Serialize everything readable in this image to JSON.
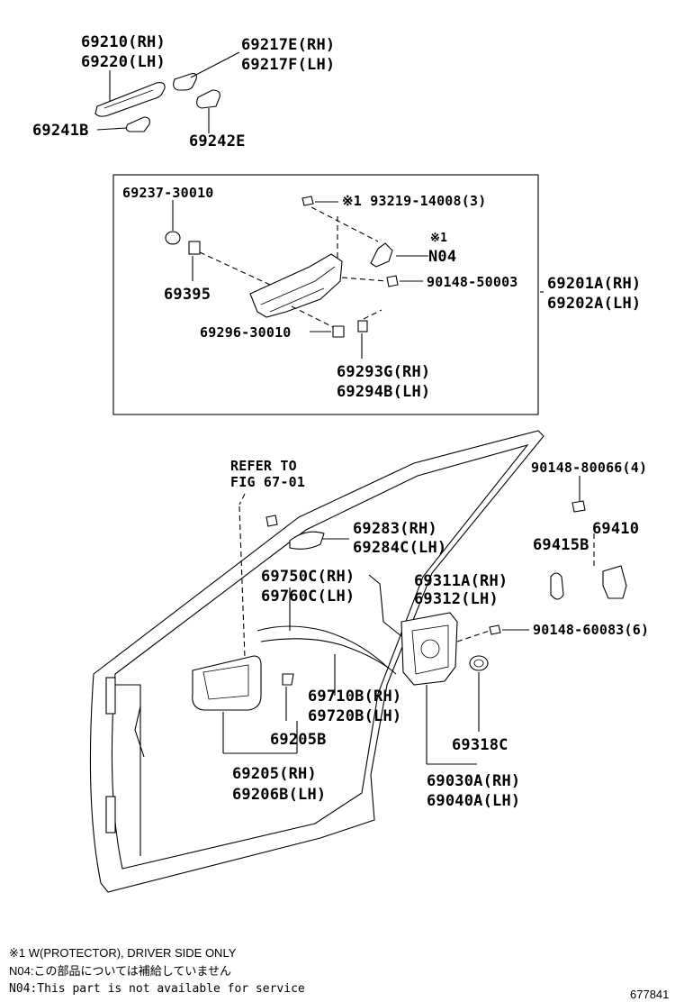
{
  "labels": {
    "l1": "69210(RH)",
    "l2": "69220(LH)",
    "l3": "69217E(RH)",
    "l4": "69217F(LH)",
    "l5": "69241B",
    "l6": "69242E",
    "l7": "69237-30010",
    "l8": "※1 93219-14008(3)",
    "l9": "※1",
    "l10": "N04",
    "l11": "90148-50003",
    "l12": "69201A(RH)",
    "l13": "69202A(LH)",
    "l14": "69395",
    "l15": "69296-30010",
    "l16": "69293G(RH)",
    "l17": "69294B(LH)",
    "l18": "REFER TO",
    "l19": "FIG 67-01",
    "l20": "90148-80066(4)",
    "l21": "69283(RH)",
    "l22": "69284C(LH)",
    "l23": "69410",
    "l24": "69415B",
    "l25": "69750C(RH)",
    "l26": "69760C(LH)",
    "l27": "69311A(RH)",
    "l28": "69312(LH)",
    "l29": "90148-60083(6)",
    "l30": "69710B(RH)",
    "l31": "69720B(LH)",
    "l32": "69205B",
    "l33": "69318C",
    "l34": "69205(RH)",
    "l35": "69206B(LH)",
    "l36": "69030A(RH)",
    "l37": "69040A(LH)"
  },
  "notes": {
    "n1": "※1 W(PROTECTOR), DRIVER SIDE ONLY",
    "n2": "N04:この部品については補給していません",
    "n3": "N04:This part is not available for service",
    "fig_no": "677841"
  }
}
